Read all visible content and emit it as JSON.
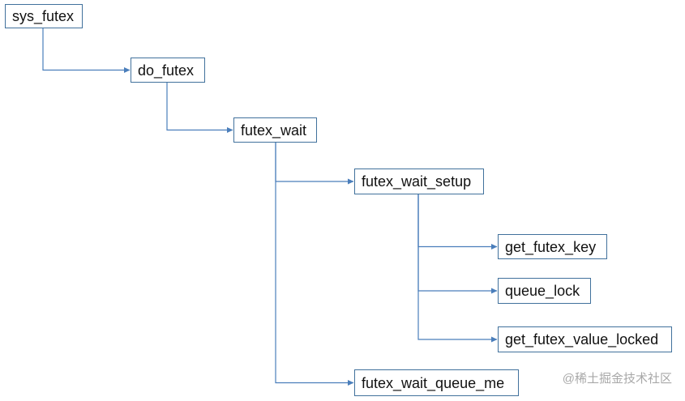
{
  "diagram": {
    "nodes": [
      {
        "id": "sys_futex",
        "label": "sys_futex"
      },
      {
        "id": "do_futex",
        "label": "do_futex"
      },
      {
        "id": "futex_wait",
        "label": "futex_wait"
      },
      {
        "id": "futex_wait_setup",
        "label": "futex_wait_setup"
      },
      {
        "id": "get_futex_key",
        "label": "get_futex_key"
      },
      {
        "id": "queue_lock",
        "label": "queue_lock"
      },
      {
        "id": "get_futex_value_locked",
        "label": "get_futex_value_locked"
      },
      {
        "id": "futex_wait_queue_me",
        "label": "futex_wait_queue_me"
      }
    ],
    "edges": [
      {
        "from": "sys_futex",
        "to": "do_futex"
      },
      {
        "from": "do_futex",
        "to": "futex_wait"
      },
      {
        "from": "futex_wait",
        "to": "futex_wait_setup"
      },
      {
        "from": "futex_wait",
        "to": "futex_wait_queue_me"
      },
      {
        "from": "futex_wait_setup",
        "to": "get_futex_key"
      },
      {
        "from": "futex_wait_setup",
        "to": "queue_lock"
      },
      {
        "from": "futex_wait_setup",
        "to": "get_futex_value_locked"
      }
    ],
    "colors": {
      "line": "#4a7ebb",
      "border": "#41719c"
    }
  },
  "watermark": "@稀土掘金技术社区"
}
